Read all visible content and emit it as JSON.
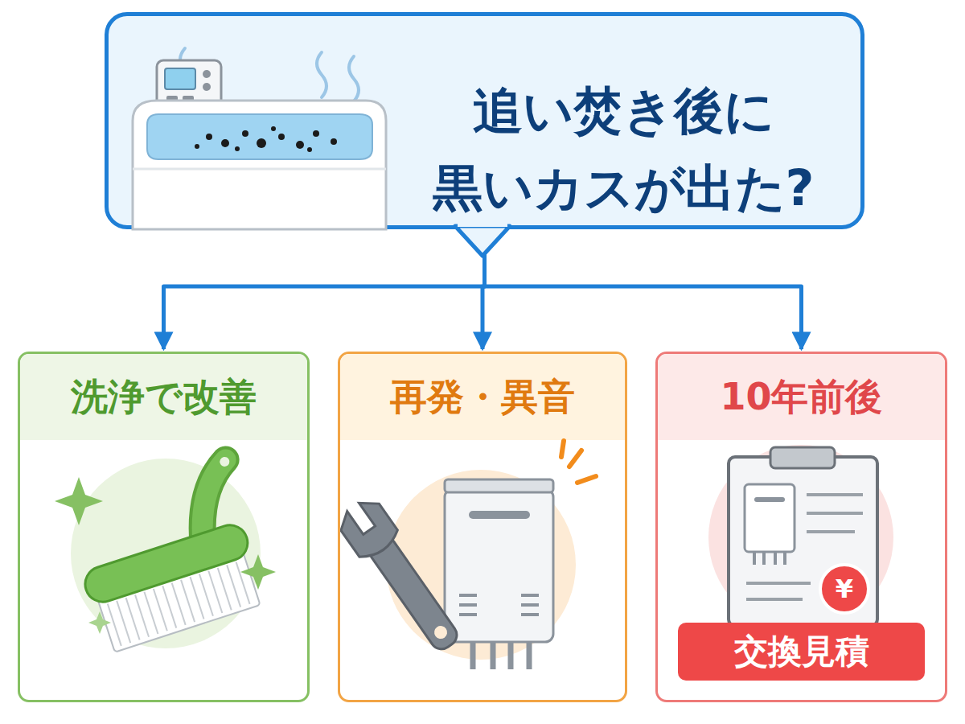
{
  "diagram": {
    "nodes": [
      {
        "text": [
          "追い焚き後に 黒いカスが出た?"
        ]
      },
      {
        "text": [
          "洗浄で改善"
        ]
      },
      {
        "text": [
          "再発・異音"
        ]
      },
      {
        "text": [
          "10年前後"
        ]
      },
      {
        "text": [
          "交換見積"
        ],
        "in": 3
      }
    ],
    "edges": [
      {
        "from": 0,
        "to": 1,
        "arrow": "to"
      },
      {
        "from": 0,
        "to": 2,
        "arrow": "to"
      },
      {
        "from": 0,
        "to": 3,
        "arrow": "to"
      }
    ],
    "labels": [
      "¥"
    ]
  }
}
